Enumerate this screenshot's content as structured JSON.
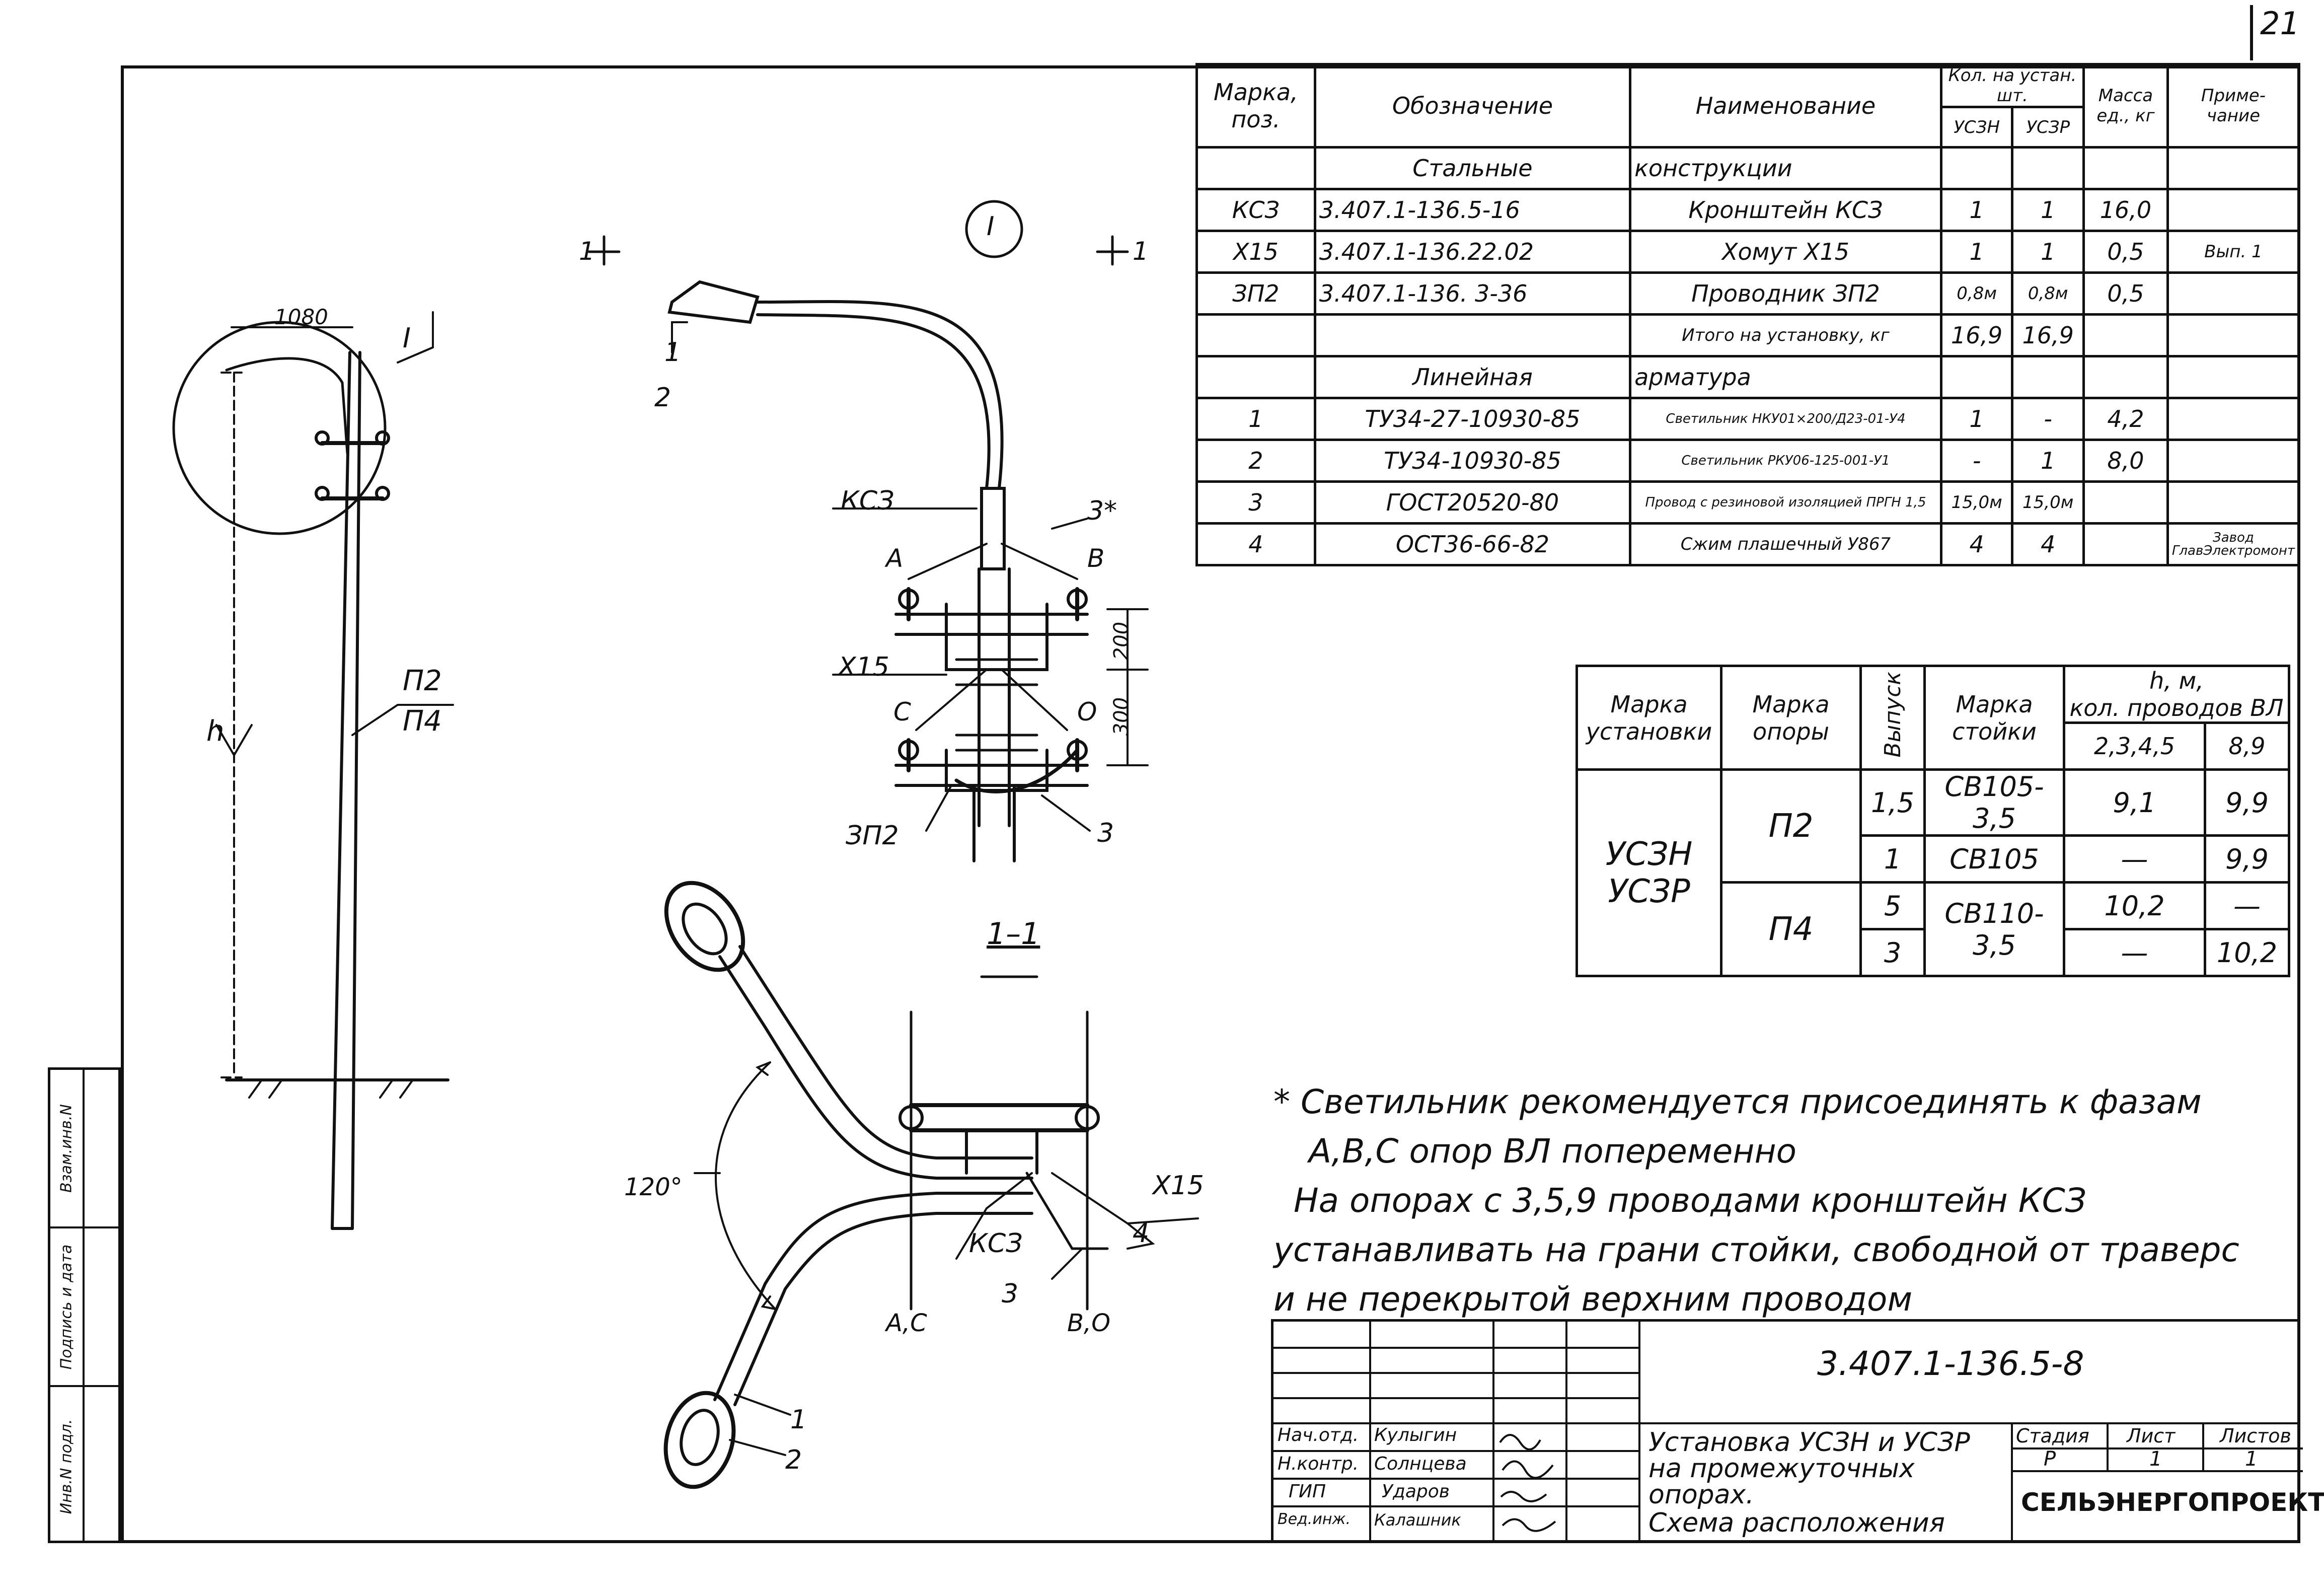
{
  "sheet_number": "21",
  "side_strip": [
    "Взам.инв.N",
    "Подпись и дата",
    "Инв.N подл."
  ],
  "spec_table": {
    "headers": {
      "mark": "Марка, поз.",
      "designation": "Обозначение",
      "name": "Наименование",
      "qty": "Кол. на устан. шт.",
      "qty_a": "УСЗН",
      "qty_b": "УСЗР",
      "mass": "Масса ед., кг",
      "note": "Приме- чание"
    },
    "section1": [
      "Стальные",
      "конструкции"
    ],
    "rows1": [
      {
        "mark": "КСЗ",
        "designation": "3.407.1-136.5-16",
        "name": "Кронштейн КСЗ",
        "a": "1",
        "b": "1",
        "mass": "16,0",
        "note": ""
      },
      {
        "mark": "Х15",
        "designation": "3.407.1-136.22.02",
        "name": "Хомут Х15",
        "a": "1",
        "b": "1",
        "mass": "0,5",
        "note": "Вып. 1"
      },
      {
        "mark": "ЗП2",
        "designation": "3.407.1-136. 3-36",
        "name": "Проводник ЗП2",
        "a": "0,8м",
        "b": "0,8м",
        "mass": "0,5",
        "note": ""
      },
      {
        "mark": "",
        "designation": "",
        "name": "Итого на установку, кг",
        "a": "16,9",
        "b": "16,9",
        "mass": "",
        "note": ""
      }
    ],
    "section2": [
      "Линейная",
      "арматура"
    ],
    "rows2": [
      {
        "mark": "1",
        "designation": "ТУ34-27-10930-85",
        "name": "Светильник НКУ01×200/Д23-01-У4",
        "a": "1",
        "b": "-",
        "mass": "4,2",
        "note": ""
      },
      {
        "mark": "2",
        "designation": "ТУ34-10930-85",
        "name": "Светильник РКУ06-125-001-У1",
        "a": "-",
        "b": "1",
        "mass": "8,0",
        "note": ""
      },
      {
        "mark": "3",
        "designation": "ГОСТ20520-80",
        "name": "Провод с резиновой изоляцией ПРГН 1,5",
        "a": "15,0м",
        "b": "15,0м",
        "mass": "",
        "note": ""
      },
      {
        "mark": "4",
        "designation": "ОСТ36-66-82",
        "name": "Сжим плашечный У867",
        "a": "4",
        "b": "4",
        "mass": "",
        "note": "Завод ГлавЭлектромонт"
      }
    ]
  },
  "heights_table": {
    "h_marka_ust": "Марка установки",
    "h_marka_op": "Марка опоры",
    "h_vypusk": "Выпуск",
    "h_marka_st": "Марка стойки",
    "h_hm": "h, м,",
    "h_kol": "кол. проводов ВЛ",
    "h_c1": "2,3,4,5",
    "h_c2": "8,9",
    "ust": [
      "УСЗН",
      "УСЗР"
    ],
    "op1": "П2",
    "op2": "П4",
    "rows": [
      {
        "v": "1,5",
        "st": "СВ105-3,5",
        "c1": "9,1",
        "c2": "9,9"
      },
      {
        "v": "1",
        "st": "СВ105",
        "c1": "—",
        "c2": "9,9"
      },
      {
        "v": "5",
        "st": "СВ110-3,5",
        "c1": "10,2",
        "c2": "—"
      },
      {
        "v": "3",
        "st": "",
        "c1": "—",
        "c2": "10,2"
      }
    ]
  },
  "notes": [
    "* Светильник рекомендуется присоединять к фазам",
    "А,В,С опор ВЛ попеременно",
    "На опорах с 3,5,9 проводами кронштейн КСЗ",
    "устанавливать на грани стойки, свободной от траверс",
    "и не перекрытой верхним проводом"
  ],
  "title_block": {
    "code": "3.407.1-136.5-8",
    "roles": [
      "Нач.отд.",
      "Н.контр.",
      "ГИП",
      "Вед.инж."
    ],
    "names": [
      "Кулыгин",
      "Солнцева",
      "Ударов",
      "Калашник"
    ],
    "title_lines": [
      "Установка УСЗН и УСЗР",
      "на промежуточных",
      "опорах.",
      "Схема расположения"
    ],
    "stage_h": "Стадия",
    "sheet_h": "Лист",
    "sheets_h": "Листов",
    "stage": "Р",
    "sheet": "1",
    "sheets": "1",
    "org": "СЕЛЬЭНЕРГОПРОЕКТ"
  },
  "drawing_labels": {
    "dim_1080": "1080",
    "callout_I": "I",
    "h": "h",
    "p2": "П2",
    "p4": "П4",
    "section_mark": "1",
    "section_title": "1–1",
    "ks3": "КСЗ",
    "x15": "Х15",
    "zp2": "ЗП2",
    "star3": "3*",
    "A": "А",
    "B": "В",
    "C": "С",
    "D": "О",
    "dim_200": "200",
    "dim_300": "300",
    "n1": "1",
    "n2": "2",
    "n3": "3",
    "n4": "4",
    "angle": "120°",
    "AC": "А,С",
    "BD": "В,О"
  }
}
